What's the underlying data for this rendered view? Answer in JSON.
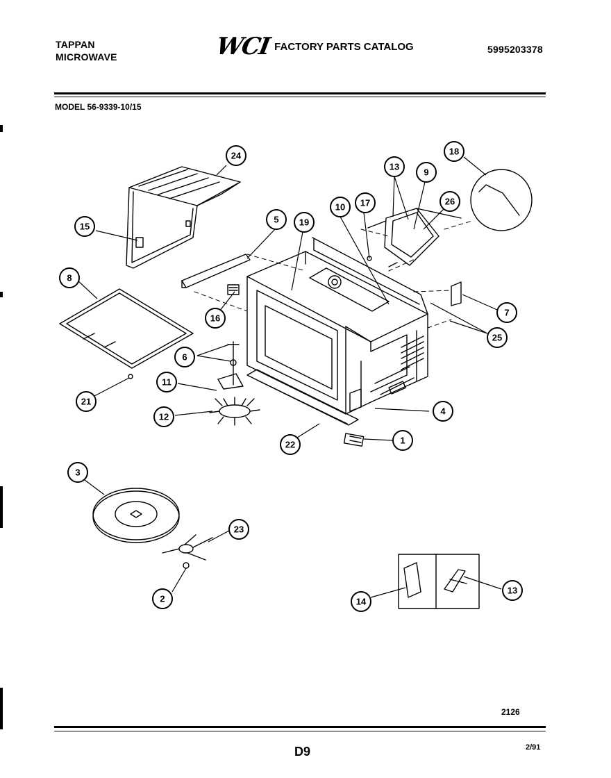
{
  "header": {
    "brand_line1": "TAPPAN",
    "brand_line2": "MICROWAVE",
    "logo": "WCI",
    "catalog_title": "FACTORY PARTS CATALOG",
    "catalog_number": "5995203378",
    "model": "MODEL 56-9339-10/15"
  },
  "footer": {
    "diagram_code": "2126",
    "page": "D9",
    "date": "2/91"
  },
  "callouts": [
    "1",
    "2",
    "3",
    "4",
    "5",
    "6",
    "7",
    "8",
    "9",
    "10",
    "11",
    "12",
    "13",
    "14",
    "15",
    "16",
    "17",
    "18",
    "19",
    "21",
    "22",
    "23",
    "24",
    "25",
    "26",
    "13"
  ],
  "colors": {
    "ink": "#000000",
    "paper": "#ffffff"
  }
}
